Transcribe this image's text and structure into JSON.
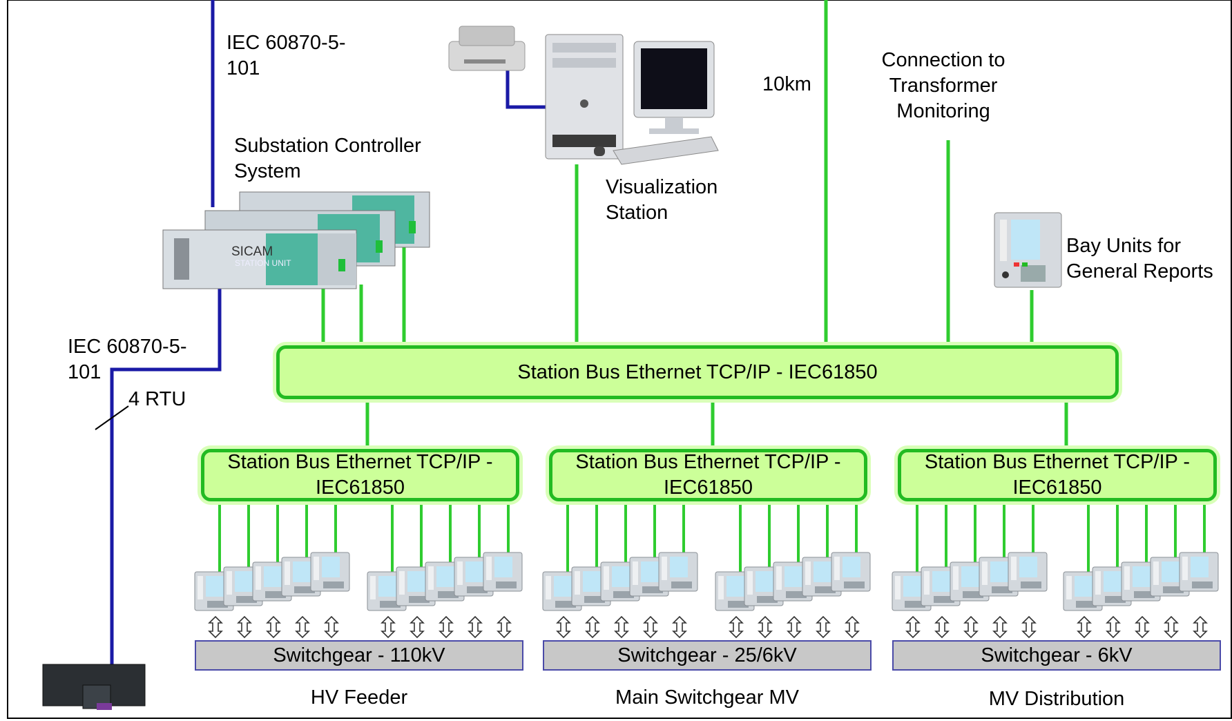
{
  "colors": {
    "green_line": "#22bb22",
    "blue_line": "#1a1aa6",
    "bus_fill": "#ccff99",
    "switchgear_fill": "#c8c8c8"
  },
  "labels": {
    "iec_top": "IEC 60870-5-\n101",
    "iec_left": "IEC 60870-5-\n101",
    "rtu": "4 RTU",
    "substation_controller": "Substation Controller\nSystem",
    "visualization": "Visualization\nStation",
    "distance": "10km",
    "transformer": "Connection to\nTransformer\nMonitoring",
    "bay_units": "Bay Units for\nGeneral Reports",
    "sicam_logo": "SICAM",
    "sicam_sub": "STATION UNIT"
  },
  "station_bus": {
    "label": "Station Bus  Ethernet TCP/IP - IEC61850"
  },
  "sub_buses": [
    {
      "label": "Station Bus Ethernet TCP/IP -\nIEC61850",
      "switchgear": "Switchgear - 110kV",
      "area": "HV Feeder"
    },
    {
      "label": "Station Bus Ethernet TCP/IP -\nIEC61850",
      "switchgear": "Switchgear - 25/6kV",
      "area": "Main Switchgear MV"
    },
    {
      "label": "Station Bus Ethernet TCP/IP -\nIEC61850",
      "switchgear": "Switchgear - 6kV",
      "area": "MV Distribution"
    }
  ]
}
